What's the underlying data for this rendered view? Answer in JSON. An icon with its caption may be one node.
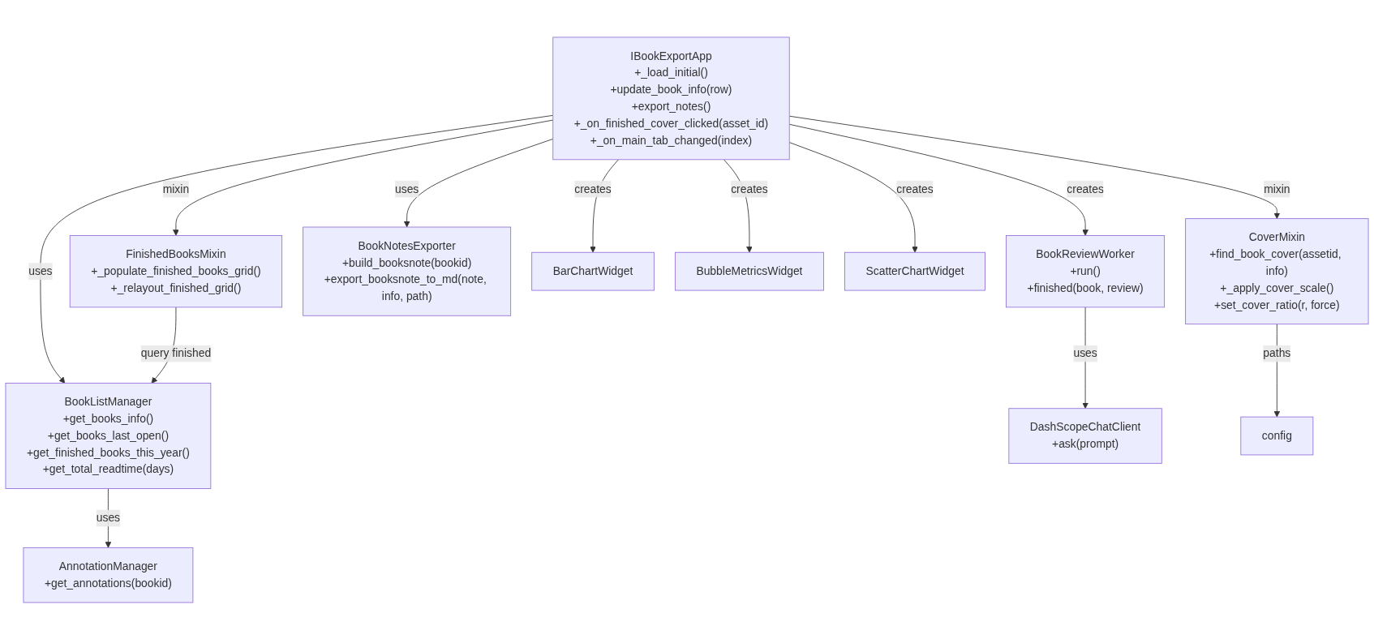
{
  "diagram": {
    "nodes": [
      {
        "text": [
          "IBookExportApp",
          "+_load_initial()",
          "+update_book_info(row)",
          "+export_notes()",
          "+_on_finished_cover_clicked(asset_id)",
          "+_on_main_tab_changed(index)"
        ]
      },
      {
        "text": [
          "FinishedBooksMixin",
          "+_populate_finished_books_grid()",
          "+_relayout_finished_grid()"
        ]
      },
      {
        "text": [
          "BookReviewWorker",
          "+run()",
          "+finished(book, review)"
        ]
      },
      {
        "text": [
          "BookNotesExporter",
          "+build_booksnote(bookid)",
          "+export_booksnote_to_md(note, info, path)"
        ]
      },
      {
        "text": [
          "BarChartWidget"
        ]
      },
      {
        "text": [
          "BubbleMetricsWidget"
        ]
      },
      {
        "text": [
          "ScatterChartWidget"
        ]
      },
      {
        "text": [
          "CoverMixin",
          "+find_book_cover(assetid, info)",
          "+_apply_cover_scale()",
          "+set_cover_ratio(r, force)"
        ]
      },
      {
        "text": [
          "BookListManager",
          "+get_books_info()",
          "+get_books_last_open()",
          "+get_finished_books_this_year()",
          "+get_total_readtime(days)"
        ]
      },
      {
        "text": [
          "DashScopeChatClient",
          "+ask(prompt)"
        ]
      },
      {
        "text": [
          "config"
        ]
      },
      {
        "text": [
          "AnnotationManager",
          "+get_annotations(bookid)"
        ]
      }
    ],
    "edges": [
      {
        "from": 0,
        "to": 8,
        "arrow": "to",
        "label": "uses"
      },
      {
        "from": 0,
        "to": 1,
        "arrow": "to",
        "label": "mixin"
      },
      {
        "from": 0,
        "to": 2,
        "arrow": "to",
        "label": "creates"
      },
      {
        "from": 0,
        "to": 3,
        "arrow": "to",
        "label": "uses"
      },
      {
        "from": 0,
        "to": 4,
        "arrow": "to",
        "label": "creates"
      },
      {
        "from": 0,
        "to": 5,
        "arrow": "to",
        "label": "creates"
      },
      {
        "from": 0,
        "to": 6,
        "arrow": "to",
        "label": "creates"
      },
      {
        "from": 0,
        "to": 7,
        "arrow": "to",
        "label": "mixin"
      },
      {
        "from": 1,
        "to": 8,
        "arrow": "to",
        "label": "query finished"
      },
      {
        "from": 2,
        "to": 9,
        "arrow": "to",
        "label": "uses"
      },
      {
        "from": 8,
        "to": 11,
        "arrow": "to",
        "label": "uses"
      },
      {
        "from": 7,
        "to": 10,
        "arrow": "to",
        "label": "paths"
      }
    ]
  }
}
